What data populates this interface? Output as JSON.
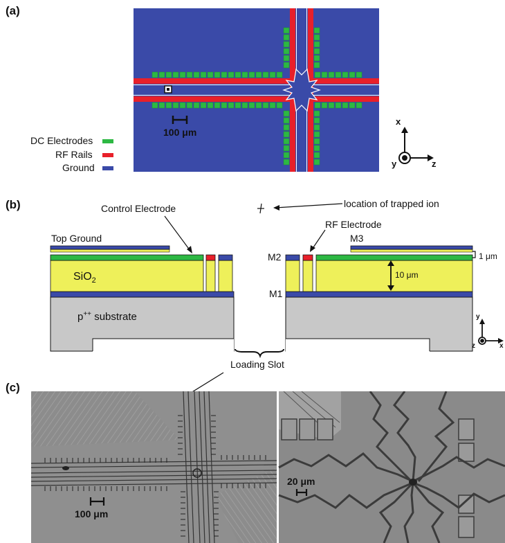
{
  "panel_a": {
    "tag": "(a)",
    "scale_bar": "100 μm",
    "legend": [
      {
        "label": "DC Electrodes",
        "color": "#2db843"
      },
      {
        "label": "RF Rails",
        "color": "#e8202a"
      },
      {
        "label": "Ground",
        "color": "#3a4aa8"
      }
    ],
    "axes": {
      "x": "x",
      "y": "y",
      "z": "z"
    }
  },
  "panel_b": {
    "tag": "(b)",
    "control_electrode": "Control Electrode",
    "trapped_ion": "location of trapped ion",
    "rf_electrode": "RF Electrode",
    "top_ground": "Top Ground",
    "m3": "M3",
    "m2": "M2",
    "m1": "M1",
    "thickness_top": "1 μm",
    "thickness_oxide": "10 μm",
    "oxide_base": "SiO",
    "oxide_sub": "2",
    "substrate_base": "p",
    "substrate_sup": "++",
    "substrate_rest": " substrate",
    "loading_slot": "Loading Slot",
    "axes": {
      "y": "y",
      "z": "z",
      "x": "x"
    },
    "colors": {
      "oxide": "#eef05a",
      "metal": "#3a4aa8",
      "green": "#2db843",
      "rf": "#e8202a",
      "substrate": "#c8c8c8"
    }
  },
  "panel_c": {
    "tag": "(c)",
    "scale_left": "100 μm",
    "scale_right": "20 μm"
  }
}
